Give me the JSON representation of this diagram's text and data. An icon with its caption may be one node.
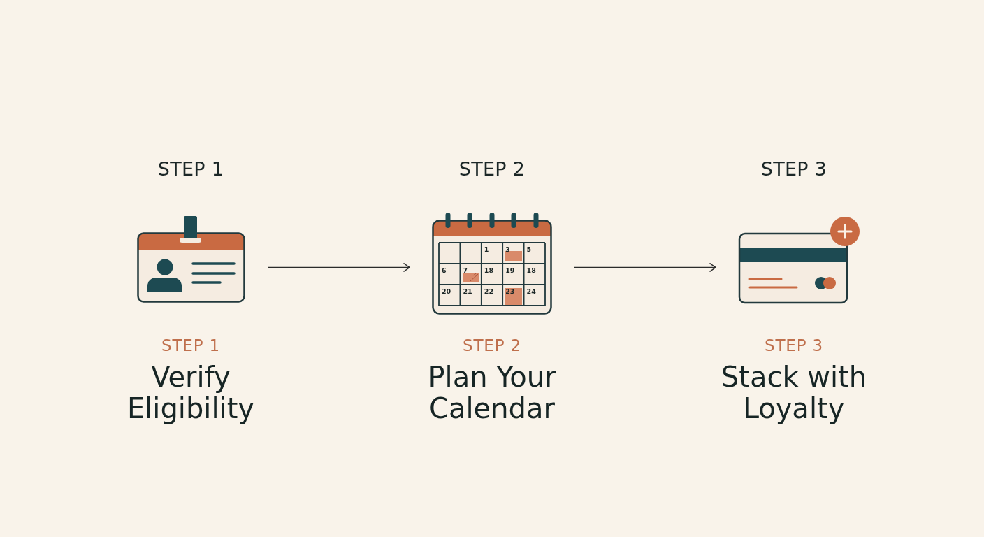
{
  "diagram": {
    "nodes": [
      {
        "text": [],
        "shape": "picture",
        "beside": [
          "STEP 1",
          "STEP 1",
          "Verify Eligibility"
        ]
      },
      {
        "text": [],
        "shape": "picture",
        "beside": [
          "STEP 2",
          "STEP 2",
          "Plan Your Calendar"
        ]
      },
      {
        "text": [],
        "shape": "picture",
        "beside": [
          "STEP 3",
          "STEP 3",
          "Stack with Loyalty"
        ]
      }
    ],
    "edges": [
      {
        "from": 0,
        "to": 1,
        "arrow": "to"
      },
      {
        "from": 1,
        "to": 2,
        "arrow": "to"
      }
    ],
    "labels": [
      "1",
      "3",
      "5",
      "6",
      "7",
      "18",
      "19",
      "18",
      "20",
      "21",
      "22",
      "23",
      "24"
    ]
  }
}
